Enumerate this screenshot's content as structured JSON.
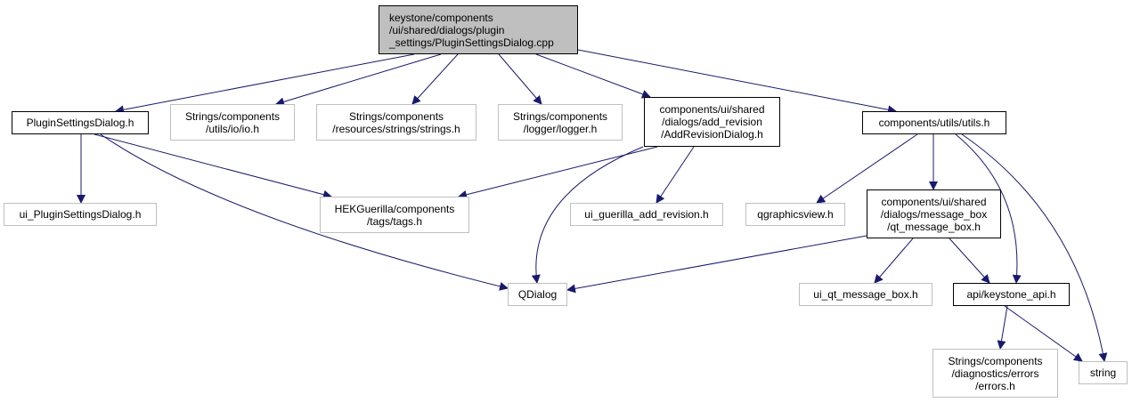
{
  "diagram": {
    "edge_color": "#191970",
    "nodes": [
      {
        "id": "root",
        "style": "root",
        "lines": [
          "keystone/components",
          "/ui/shared/dialogs/plugin",
          "_settings/PluginSettingsDialog.cpp"
        ]
      },
      {
        "id": "plugin-h",
        "style": "solid",
        "lines": [
          "PluginSettingsDialog.h"
        ]
      },
      {
        "id": "io-h",
        "style": "grey",
        "lines": [
          "Strings/components",
          "/utils/io/io.h"
        ]
      },
      {
        "id": "strings-h",
        "style": "grey",
        "lines": [
          "Strings/components",
          "/resources/strings/strings.h"
        ]
      },
      {
        "id": "logger-h",
        "style": "grey",
        "lines": [
          "Strings/components",
          "/logger/logger.h"
        ]
      },
      {
        "id": "addrev-h",
        "style": "solid",
        "lines": [
          "components/ui/shared",
          "/dialogs/add_revision",
          "/AddRevisionDialog.h"
        ]
      },
      {
        "id": "utils-h",
        "style": "solid",
        "lines": [
          "components/utils/utils.h"
        ]
      },
      {
        "id": "ui-plugin-h",
        "style": "grey",
        "lines": [
          "ui_PluginSettingsDialog.h"
        ]
      },
      {
        "id": "tags-h",
        "style": "grey",
        "lines": [
          "HEKGuerilla/components",
          "/tags/tags.h"
        ]
      },
      {
        "id": "ui-guerilla-h",
        "style": "grey",
        "lines": [
          "ui_guerilla_add_revision.h"
        ]
      },
      {
        "id": "qgraphicsview",
        "style": "grey",
        "lines": [
          "qgraphicsview.h"
        ]
      },
      {
        "id": "msgbox-h",
        "style": "solid",
        "lines": [
          "components/ui/shared",
          "/dialogs/message_box",
          "/qt_message_box.h"
        ]
      },
      {
        "id": "qdialog",
        "style": "grey",
        "lines": [
          "QDialog"
        ]
      },
      {
        "id": "ui-qt-msgbox-h",
        "style": "grey",
        "lines": [
          "ui_qt_message_box.h"
        ]
      },
      {
        "id": "keystone-api-h",
        "style": "solid",
        "lines": [
          "api/keystone_api.h"
        ]
      },
      {
        "id": "errors-h",
        "style": "grey",
        "lines": [
          "Strings/components",
          "/diagnostics/errors",
          "/errors.h"
        ]
      },
      {
        "id": "string",
        "style": "grey",
        "lines": [
          "string"
        ]
      }
    ],
    "edges": [
      {
        "from": "root",
        "to": "plugin-h"
      },
      {
        "from": "root",
        "to": "io-h"
      },
      {
        "from": "root",
        "to": "strings-h"
      },
      {
        "from": "root",
        "to": "logger-h"
      },
      {
        "from": "root",
        "to": "addrev-h"
      },
      {
        "from": "root",
        "to": "utils-h"
      },
      {
        "from": "plugin-h",
        "to": "ui-plugin-h"
      },
      {
        "from": "plugin-h",
        "to": "tags-h"
      },
      {
        "from": "plugin-h",
        "to": "qdialog"
      },
      {
        "from": "addrev-h",
        "to": "tags-h"
      },
      {
        "from": "addrev-h",
        "to": "qdialog"
      },
      {
        "from": "addrev-h",
        "to": "ui-guerilla-h"
      },
      {
        "from": "utils-h",
        "to": "qgraphicsview"
      },
      {
        "from": "utils-h",
        "to": "msgbox-h"
      },
      {
        "from": "utils-h",
        "to": "keystone-api-h"
      },
      {
        "from": "utils-h",
        "to": "string"
      },
      {
        "from": "msgbox-h",
        "to": "qdialog"
      },
      {
        "from": "msgbox-h",
        "to": "ui-qt-msgbox-h"
      },
      {
        "from": "msgbox-h",
        "to": "keystone-api-h"
      },
      {
        "from": "keystone-api-h",
        "to": "errors-h"
      },
      {
        "from": "keystone-api-h",
        "to": "string"
      }
    ]
  }
}
